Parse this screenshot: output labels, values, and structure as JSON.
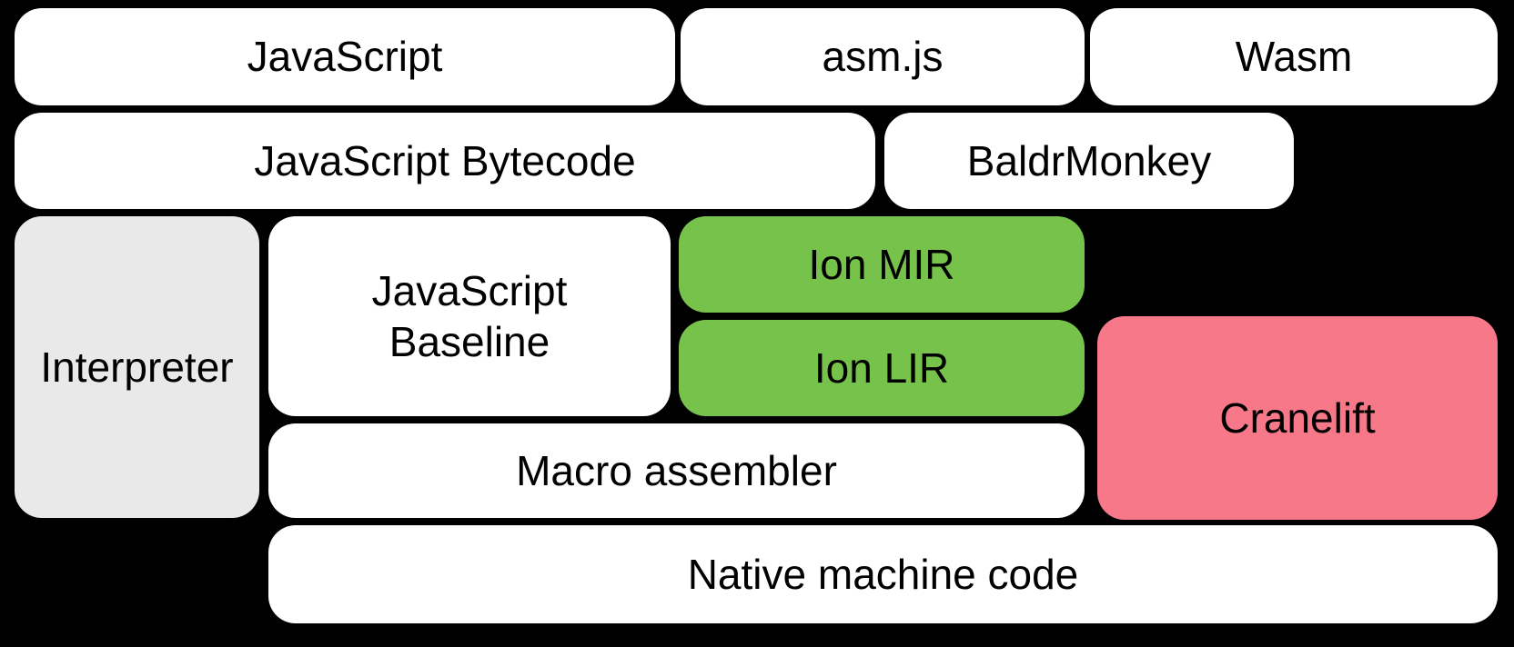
{
  "diagram": {
    "background_color": "#000000",
    "text_color": "#000000",
    "palette": {
      "white_box": "#ffffff",
      "gray_box": "#e9e9e9",
      "green_box": "#77c24b",
      "pink_box": "#f77989"
    },
    "boxes": [
      {
        "id": "javascript",
        "label": "JavaScript",
        "color": "#ffffff"
      },
      {
        "id": "asmjs",
        "label": "asm.js",
        "color": "#ffffff"
      },
      {
        "id": "wasm",
        "label": "Wasm",
        "color": "#ffffff"
      },
      {
        "id": "javascript-bytecode",
        "label": "JavaScript Bytecode",
        "color": "#ffffff"
      },
      {
        "id": "baldrmonkey",
        "label": "BaldrMonkey",
        "color": "#ffffff"
      },
      {
        "id": "interpreter",
        "label": "Interpreter",
        "color": "#e9e9e9"
      },
      {
        "id": "javascript-baseline",
        "label": "JavaScript\nBaseline",
        "color": "#ffffff"
      },
      {
        "id": "ion-mir",
        "label": "Ion MIR",
        "color": "#77c24b"
      },
      {
        "id": "ion-lir",
        "label": "Ion LIR",
        "color": "#77c24b"
      },
      {
        "id": "cranelift",
        "label": "Cranelift",
        "color": "#f77989"
      },
      {
        "id": "macro-assembler",
        "label": "Macro assembler",
        "color": "#ffffff"
      },
      {
        "id": "native-machine-code",
        "label": "Native machine code",
        "color": "#ffffff"
      }
    ]
  }
}
